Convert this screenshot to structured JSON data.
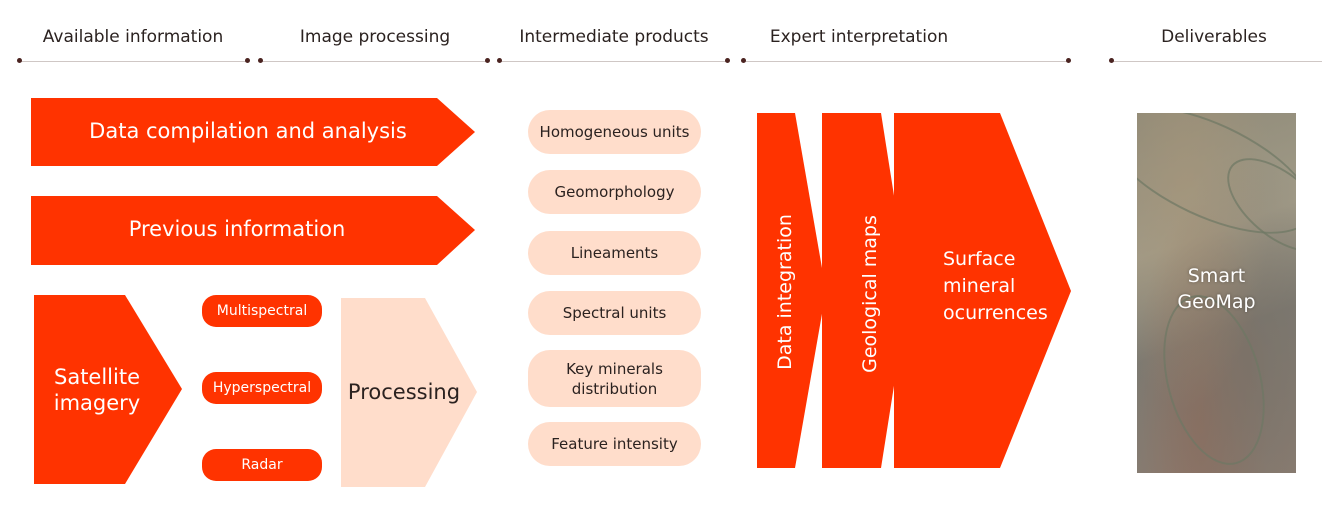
{
  "headers": [
    "Available information",
    "Image processing",
    "Intermediate products",
    "Expert interpretation",
    "Deliverables"
  ],
  "available_information": {
    "data_compilation": "Data compilation and analysis",
    "previous_information": "Previous information",
    "satellite_imagery": [
      "Satellite",
      "imagery"
    ]
  },
  "image_processing": {
    "sensors": [
      "Multispectral",
      "Hyperspectral",
      "Radar"
    ],
    "processing": "Processing"
  },
  "intermediate_products": [
    "Homogeneous units",
    "Geomorphology",
    "Lineaments",
    "Spectral units",
    "Key minerals distribution",
    "Feature intensity"
  ],
  "expert_interpretation": {
    "data_integration": "Data integration",
    "geological_maps": "Geological maps",
    "surface_mineral": [
      "Surface",
      "mineral",
      "ocurrences"
    ]
  },
  "deliverables": {
    "product": [
      "Smart",
      "GeoMap"
    ]
  },
  "colors": {
    "accent": "#ff3300",
    "light": "#ffddcb",
    "text": "#2b2220",
    "dot": "#4a2320"
  }
}
